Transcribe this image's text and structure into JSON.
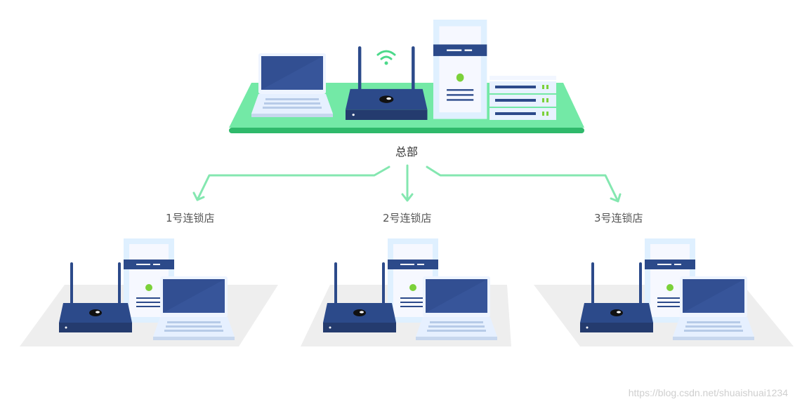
{
  "headquarters": {
    "label": "总部"
  },
  "branches": [
    {
      "label": "1号连锁店"
    },
    {
      "label": "2号连锁店"
    },
    {
      "label": "3号连锁店"
    }
  ],
  "watermark": "https://blog.csdn.net/shuaishuai1234",
  "colors": {
    "platform_green": "#73e9a6",
    "platform_edge": "#2fb96b",
    "arrow_green": "#84e7b0",
    "device_navy": "#2c4a8a",
    "device_dark": "#243b6e",
    "screen_blue": "#324f92",
    "server_light": "#e8f2ff",
    "floor_gray": "#eeeeee",
    "led_green": "#7bd13a"
  }
}
